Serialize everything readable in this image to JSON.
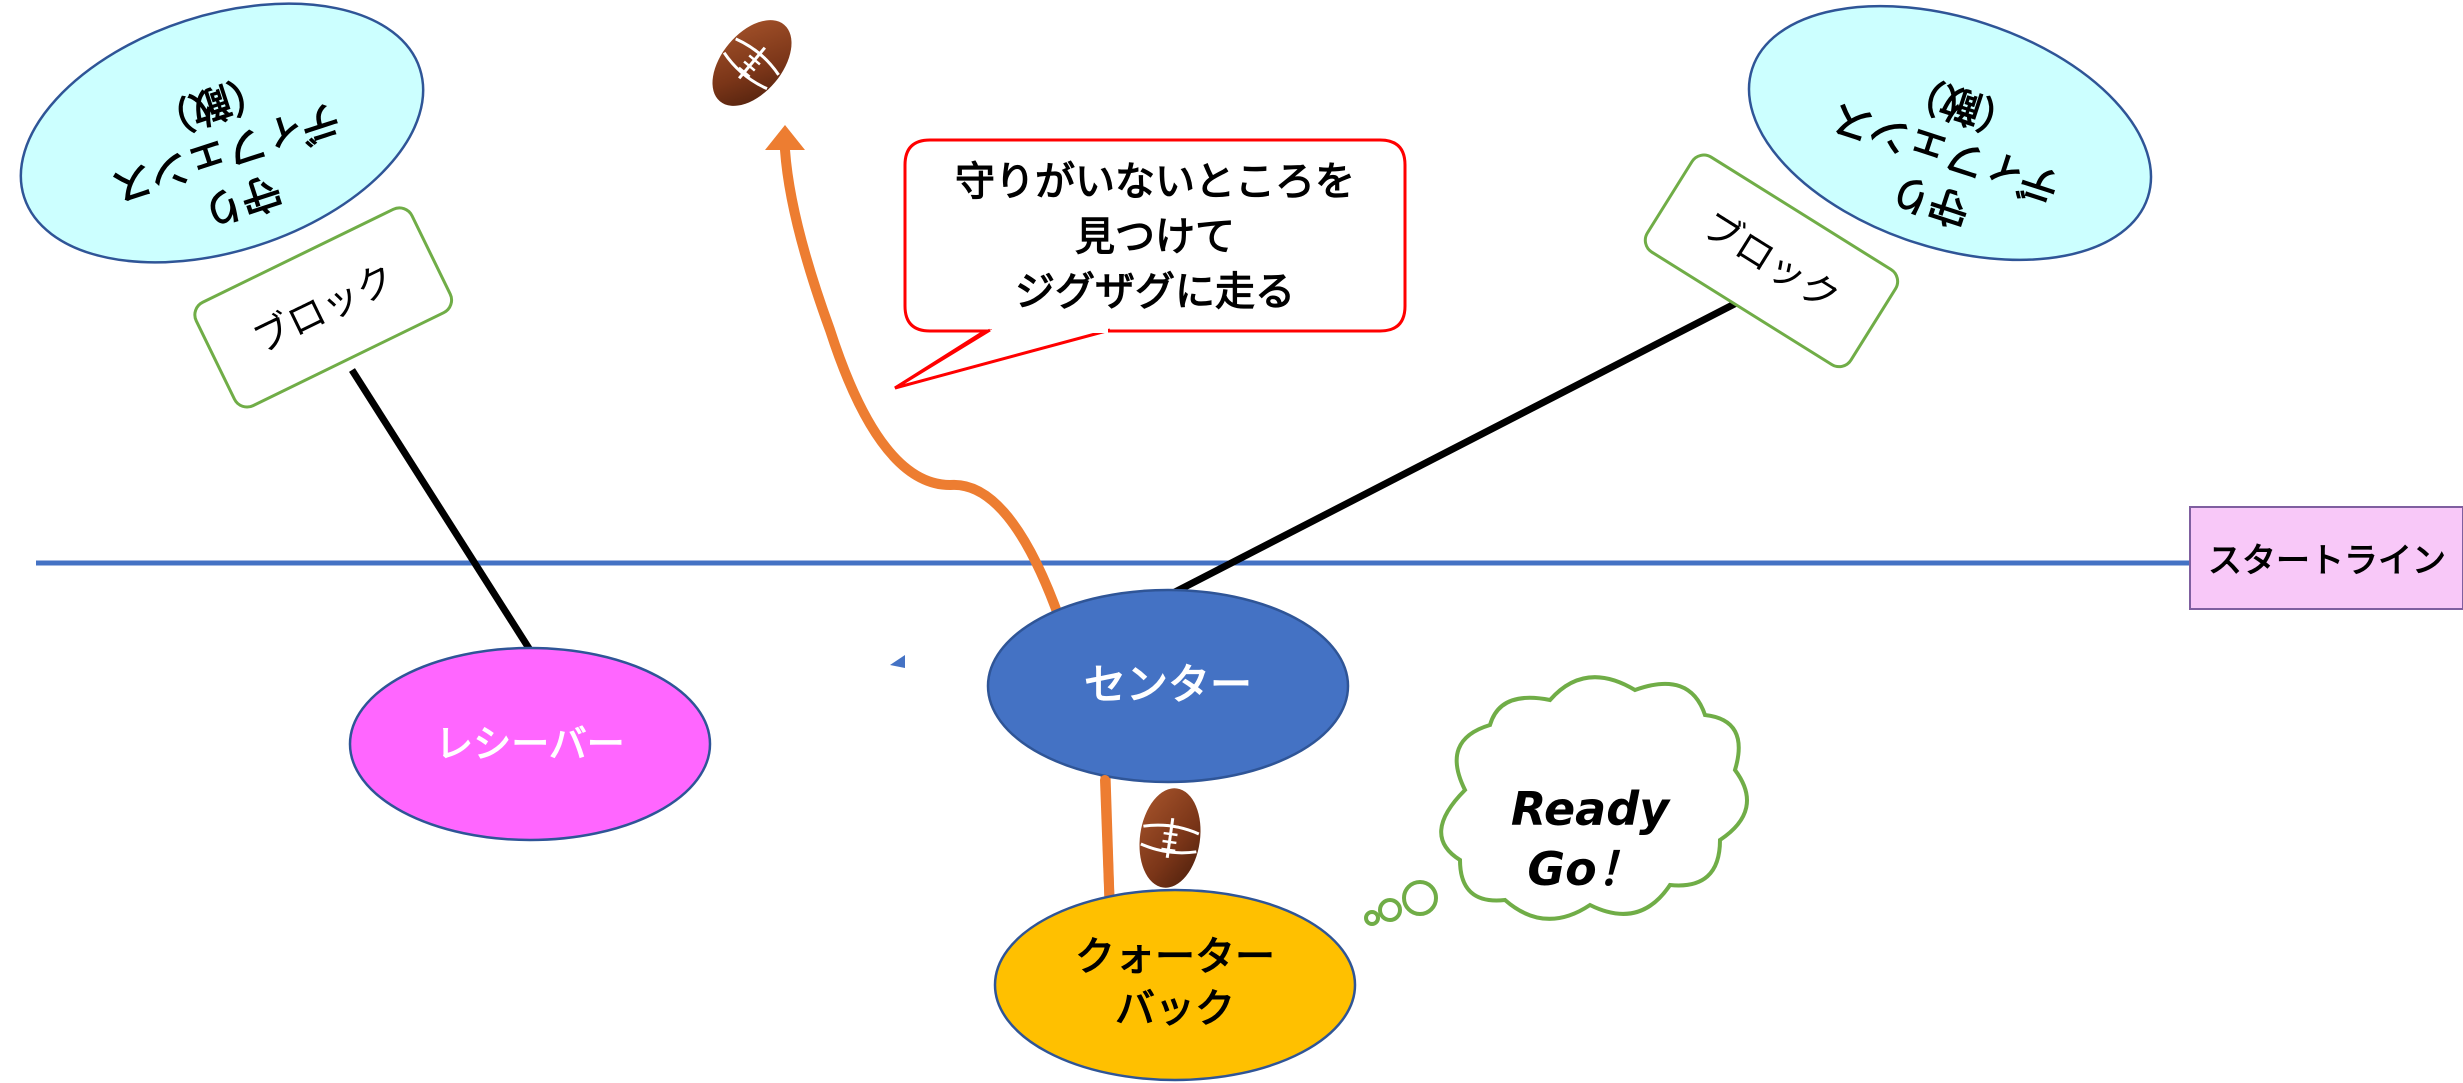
{
  "start_line_label": "スタートライン",
  "players": {
    "receiver": "レシーバー",
    "center": "センター",
    "quarterback": [
      "クォーター",
      "バック"
    ]
  },
  "defenders": {
    "left": [
      "守り",
      "ディフェンス",
      "（敵）"
    ],
    "right": [
      "守り",
      "ディフェンス",
      "（敵）"
    ]
  },
  "blocks": {
    "left": "ブロック",
    "right": "ブロック"
  },
  "callout": [
    "守りがいないところを",
    "見つけて",
    "ジグザグに走る"
  ],
  "thought": [
    "Ready",
    "Go！"
  ],
  "colors": {
    "start_line": "#4472c4",
    "receiver": "#ff66ff",
    "center": "#4472c4",
    "quarterback": "#ffc000",
    "defender": "#ccffff",
    "start_label_fill": "#f8c8f8",
    "block_border": "#70ad47",
    "callout_border": "#ff0000",
    "path_arrow": "#ed7d31",
    "thought_border": "#70ad47"
  },
  "icons": [
    "football-icon",
    "football-icon"
  ]
}
